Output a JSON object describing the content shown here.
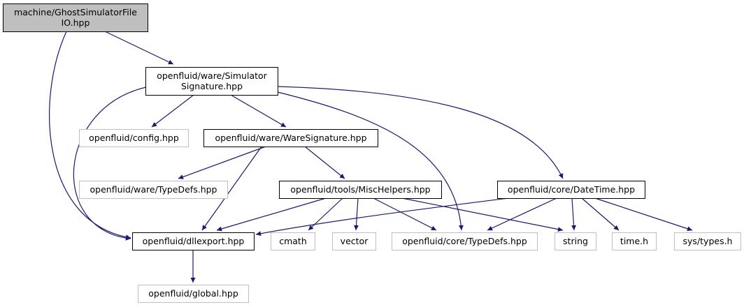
{
  "colors": {
    "edge": "#191970",
    "root_fill": "#bfbfbf",
    "node_border": "#000000",
    "external_border": "#bfbfbf",
    "text": "#000000",
    "background": "#ffffff"
  },
  "nodes": [
    {
      "id": "ghost",
      "lines": [
        "machine/GhostSimulatorFile",
        "IO.hpp"
      ],
      "kind": "root"
    },
    {
      "id": "simsig",
      "lines": [
        "openfluid/ware/Simulator",
        "Signature.hpp"
      ],
      "kind": "file"
    },
    {
      "id": "config",
      "lines": [
        "openfluid/config.hpp"
      ],
      "kind": "external"
    },
    {
      "id": "waresig",
      "lines": [
        "openfluid/ware/WareSignature.hpp"
      ],
      "kind": "file"
    },
    {
      "id": "waretypedefs",
      "lines": [
        "openfluid/ware/TypeDefs.hpp"
      ],
      "kind": "external"
    },
    {
      "id": "mischelpers",
      "lines": [
        "openfluid/tools/MiscHelpers.hpp"
      ],
      "kind": "file"
    },
    {
      "id": "datetime",
      "lines": [
        "openfluid/core/DateTime.hpp"
      ],
      "kind": "file"
    },
    {
      "id": "dllexport",
      "lines": [
        "openfluid/dllexport.hpp"
      ],
      "kind": "file"
    },
    {
      "id": "cmath",
      "lines": [
        "cmath"
      ],
      "kind": "external"
    },
    {
      "id": "vector",
      "lines": [
        "vector"
      ],
      "kind": "external"
    },
    {
      "id": "coretypedefs",
      "lines": [
        "openfluid/core/TypeDefs.hpp"
      ],
      "kind": "external"
    },
    {
      "id": "string",
      "lines": [
        "string"
      ],
      "kind": "external"
    },
    {
      "id": "timeh",
      "lines": [
        "time.h"
      ],
      "kind": "external"
    },
    {
      "id": "systypes",
      "lines": [
        "sys/types.h"
      ],
      "kind": "external"
    },
    {
      "id": "global",
      "lines": [
        "openfluid/global.hpp"
      ],
      "kind": "external"
    }
  ],
  "edges": [
    [
      "ghost",
      "simsig"
    ],
    [
      "ghost",
      "dllexport"
    ],
    [
      "simsig",
      "config"
    ],
    [
      "simsig",
      "waresig"
    ],
    [
      "simsig",
      "datetime"
    ],
    [
      "simsig",
      "dllexport"
    ],
    [
      "simsig",
      "coretypedefs"
    ],
    [
      "waresig",
      "waretypedefs"
    ],
    [
      "waresig",
      "mischelpers"
    ],
    [
      "waresig",
      "dllexport"
    ],
    [
      "mischelpers",
      "dllexport"
    ],
    [
      "mischelpers",
      "cmath"
    ],
    [
      "mischelpers",
      "vector"
    ],
    [
      "mischelpers",
      "coretypedefs"
    ],
    [
      "mischelpers",
      "string"
    ],
    [
      "datetime",
      "dllexport"
    ],
    [
      "datetime",
      "coretypedefs"
    ],
    [
      "datetime",
      "string"
    ],
    [
      "datetime",
      "timeh"
    ],
    [
      "datetime",
      "systypes"
    ],
    [
      "dllexport",
      "global"
    ]
  ]
}
